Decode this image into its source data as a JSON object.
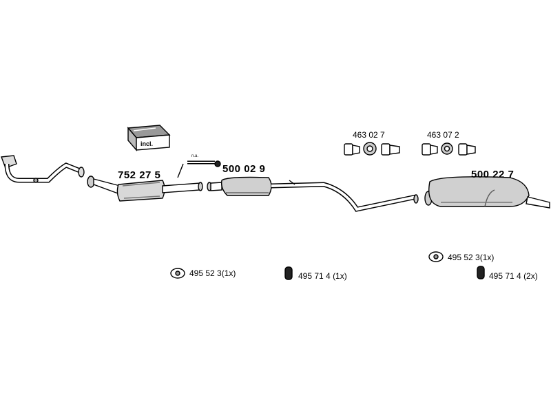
{
  "parts": {
    "catalytic_converter": "752 27 5",
    "front_silencer": "500 02 9",
    "rear_silencer": "500 22 7",
    "seal_set_a": "463 02 7",
    "seal_set_b": "463 07 2"
  },
  "box_label": "incl.",
  "sensor_note": "n.a.",
  "hardware": [
    {
      "part": "495 52 3",
      "qty": "(1x)"
    },
    {
      "part": "495 71 4",
      "qty": "(1x)"
    },
    {
      "part": "495 52 3",
      "qty": "(1x)"
    },
    {
      "part": "495 71 4",
      "qty": "(2x)"
    }
  ]
}
